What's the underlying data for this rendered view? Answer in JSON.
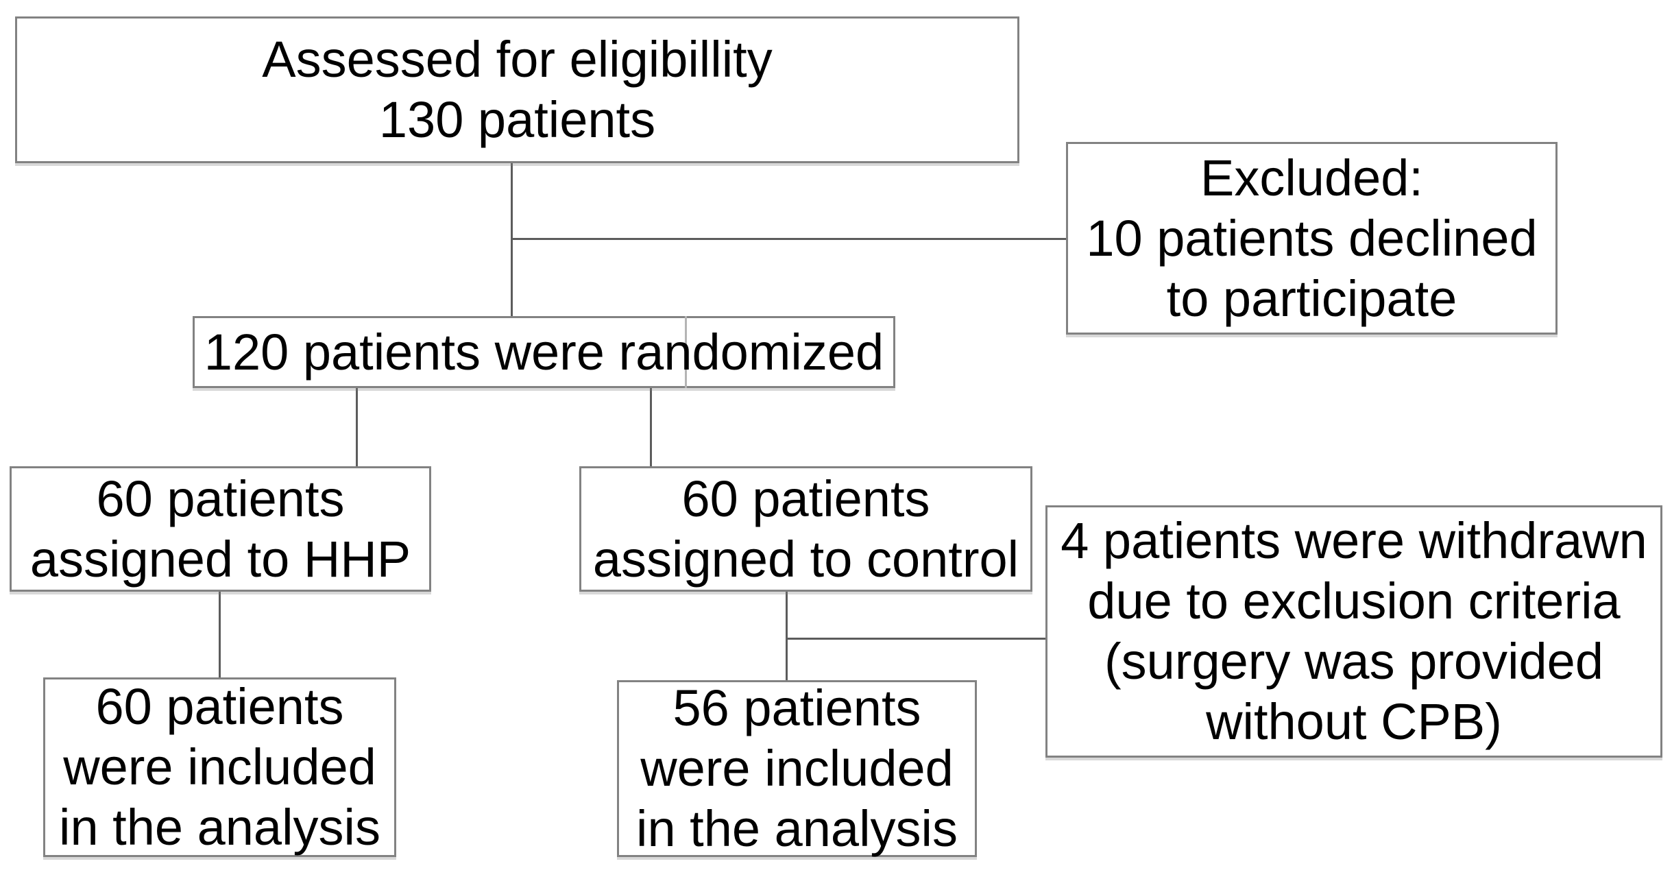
{
  "colors": {
    "background": "#ffffff",
    "box_fill": "#ffffff",
    "box_border": "#828282",
    "connector": "#5c5c5c",
    "stray_line": "#b4b4b4",
    "text": "#000000"
  },
  "flowchart": {
    "assessed": {
      "line1": "Assessed for eligibillity",
      "line2": "130 patients"
    },
    "excluded": {
      "line1": "Excluded:",
      "line2": "10 patients declined",
      "line3": "to participate"
    },
    "randomized": {
      "line1": "120 patients were randomized"
    },
    "hhp": {
      "line1": "60 patients",
      "line2": "assigned to HHP"
    },
    "control": {
      "line1": "60 patients",
      "line2": "assigned to control"
    },
    "withdrawn": {
      "line1": "4 patients were withdrawn",
      "line2": "due to exclusion criteria",
      "line3": "(surgery was provided",
      "line4": "without CPB)"
    },
    "hhp_included": {
      "line1": "60 patients",
      "line2": "were included",
      "line3": "in the analysis"
    },
    "control_included": {
      "line1": "56 patients",
      "line2": "were included",
      "line3": "in the analysis"
    }
  }
}
